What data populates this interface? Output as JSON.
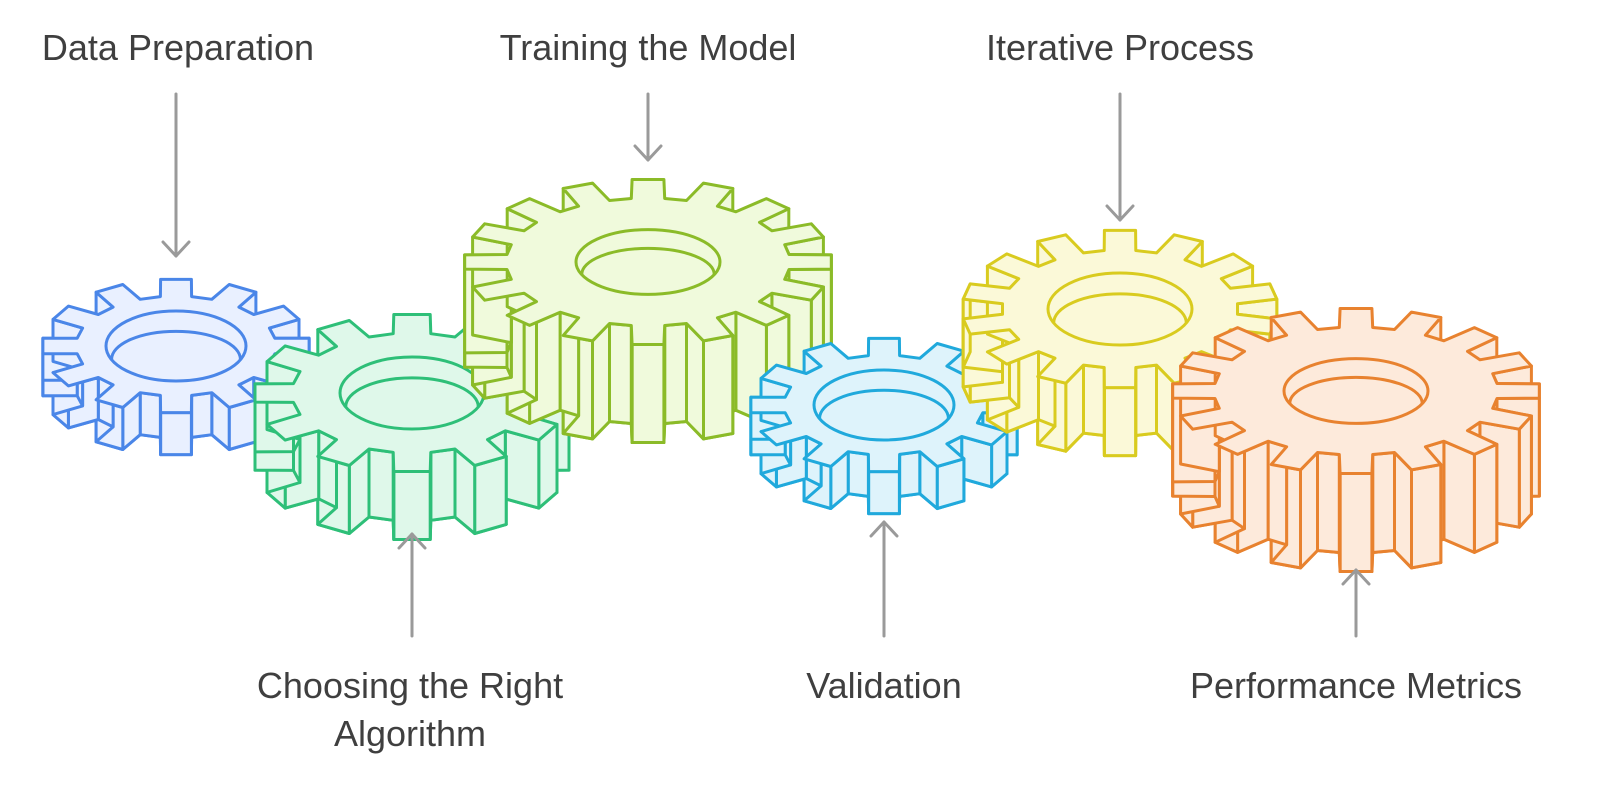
{
  "diagram": {
    "arrow_color": "#9a9a9a",
    "label_color": "#3f3f3f",
    "stages": [
      {
        "id": "data-preparation",
        "label": [
          "Data Preparation"
        ],
        "stroke": "#4a86e8",
        "fill": "#e9f0ff",
        "teeth": 12,
        "label_side": "top"
      },
      {
        "id": "choosing-algorithm",
        "label": [
          "Choosing the Right",
          "Algorithm"
        ],
        "stroke": "#2ebf78",
        "fill": "#dff8ea",
        "teeth": 12,
        "label_side": "bottom"
      },
      {
        "id": "training-model",
        "label": [
          "Training the Model"
        ],
        "stroke": "#8bbb28",
        "fill": "#f0fadc",
        "teeth": 16,
        "label_side": "top"
      },
      {
        "id": "validation",
        "label": [
          "Validation"
        ],
        "stroke": "#20a9dc",
        "fill": "#def3fb",
        "teeth": 12,
        "label_side": "bottom"
      },
      {
        "id": "iterative-process",
        "label": [
          "Iterative Process"
        ],
        "stroke": "#d9cb1f",
        "fill": "#fbf9d8",
        "teeth": 14,
        "label_side": "top"
      },
      {
        "id": "performance-metrics",
        "label": [
          "Performance Metrics"
        ],
        "stroke": "#e8822f",
        "fill": "#fdeadb",
        "teeth": 16,
        "label_side": "bottom"
      }
    ]
  }
}
